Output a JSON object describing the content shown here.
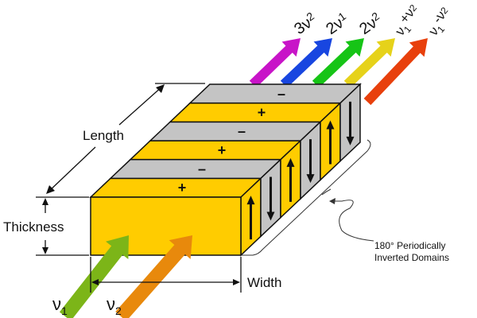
{
  "labels": {
    "length": "Length",
    "thickness": "Thickness",
    "width": "Width",
    "annotation_line1": "180° Periodically",
    "annotation_line2": "Inverted Domains"
  },
  "domains": {
    "positive_sign": "+",
    "negative_sign": "–"
  },
  "inputs": [
    {
      "sym": "ν",
      "sub": "1",
      "color": "#7cb518"
    },
    {
      "sym": "ν",
      "sub": "2",
      "color": "#e8890c"
    }
  ],
  "outputs": [
    {
      "text": "3ν",
      "sub": "2",
      "color": "#c814c8"
    },
    {
      "text": "2ν",
      "sub": "1",
      "color": "#1846e0"
    },
    {
      "text": "2ν",
      "sub": "2",
      "color": "#16c416"
    },
    {
      "text": "ν",
      "sub": "1",
      "op": "+ν",
      "sub2": "2",
      "color": "#e6d21a"
    },
    {
      "text": "ν",
      "sub": "1",
      "op": "-ν",
      "sub2": "2",
      "color": "#e8400c"
    }
  ],
  "colors": {
    "yellow": "#ffcc00",
    "gray": "#c4c4c4"
  }
}
